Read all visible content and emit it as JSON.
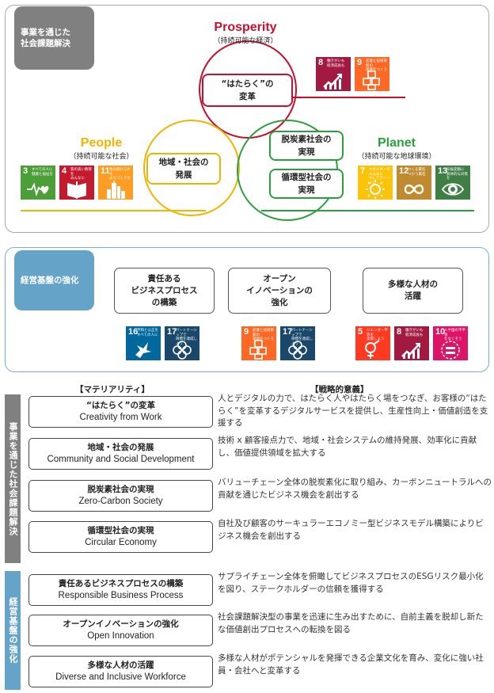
{
  "top": {
    "tag": "事業を通じた\n社会課題解決",
    "prosperity": {
      "title": "Prosperity",
      "subtitle": "（持続可能な経済）"
    },
    "people": {
      "title": "People",
      "subtitle": "（持続可能な社会）"
    },
    "planet": {
      "title": "Planet",
      "subtitle": "（持続可能な地球環境）"
    },
    "box_hataraku": "“はたらく”の\n変革",
    "box_chiiki": "地域・社会の\n発展",
    "box_datsutanso": "脱炭素社会の\n実現",
    "box_junkan": "循環型社会の\n実現",
    "sdgs_prosperity": [
      {
        "num": "8",
        "text": "働きがいも\n経済成長も",
        "color": "#a21942",
        "icon": "growth-chart-icon"
      },
      {
        "num": "9",
        "text": "産業と技術革新の\n基盤をつくろう",
        "color": "#fd6925",
        "icon": "cubes-icon"
      }
    ],
    "sdgs_people": [
      {
        "num": "3",
        "text": "すべての人に\n健康と福祉を",
        "color": "#4c9f38",
        "icon": "heartbeat-icon"
      },
      {
        "num": "4",
        "text": "質の高い教育を\nみんなに",
        "color": "#c5192d",
        "icon": "book-icon"
      },
      {
        "num": "11",
        "text": "住み続けられる\nまちづくりを",
        "color": "#fd9d24",
        "icon": "buildings-icon"
      }
    ],
    "sdgs_planet": [
      {
        "num": "7",
        "text": "エネルギーをみんなに\nそしてクリーンに",
        "color": "#fcc30b",
        "icon": "sun-icon"
      },
      {
        "num": "12",
        "text": "つくる責任\nつかう責任",
        "color": "#bf8b2e",
        "icon": "infinity-icon"
      },
      {
        "num": "13",
        "text": "気候変動に\n具体的な対策を",
        "color": "#3f7e44",
        "icon": "eye-globe-icon"
      }
    ]
  },
  "mid": {
    "tag": "経営基盤の強化",
    "pillars": [
      {
        "label": "責任ある\nビジネスプロセス\nの構築"
      },
      {
        "label": "オープン\nイノベーションの\n強化"
      },
      {
        "label": "多様な人材の\n活躍"
      }
    ],
    "sdgs_p1": [
      {
        "num": "16",
        "text": "平和と公正を\nすべての人に",
        "color": "#00689d",
        "icon": "dove-icon"
      },
      {
        "num": "17",
        "text": "パートナーシップで\n目標を達成しよう",
        "color": "#19486a",
        "icon": "flower-icon"
      }
    ],
    "sdgs_p2": [
      {
        "num": "9",
        "text": "産業と技術革新の\n基盤をつくろう",
        "color": "#fd6925",
        "icon": "cubes-icon"
      },
      {
        "num": "17",
        "text": "パートナーシップで\n目標を達成しよう",
        "color": "#19486a",
        "icon": "flower-icon"
      }
    ],
    "sdgs_p3": [
      {
        "num": "5",
        "text": "ジェンダー平等を\n実現しよう",
        "color": "#ff3a21",
        "icon": "gender-icon"
      },
      {
        "num": "8",
        "text": "働きがいも\n経済成長も",
        "color": "#a21942",
        "icon": "growth-chart-icon"
      },
      {
        "num": "10",
        "text": "人や国の不平等\nをなくそう",
        "color": "#dd1367",
        "icon": "equal-icon"
      }
    ]
  },
  "materiality": {
    "col1_header": "【マテリアリティ】",
    "col2_header": "【戦略的意義】",
    "group1_label": "事業を通じた社会課題解決",
    "group2_label": "経営基盤の強化",
    "items": [
      {
        "jp": "“はたらく”の変革",
        "en": "Creativity from Work",
        "desc": "人とデジタルの力で、はたらく人やはたらく場をつなぎ、お客様の“はたらく”を変革するデジタルサービスを提供し、生産性向上・価値創造を支援する"
      },
      {
        "jp": "地域・社会の発展",
        "en": "Community and Social Development",
        "desc": "技術 x 顧客接点力で、地域・社会システムの維持発展、効率化に貢献し、価値提供領域を拡大する"
      },
      {
        "jp": "脱炭素社会の実現",
        "en": "Zero-Carbon Society",
        "desc": "バリューチェーン全体の脱炭素化に取り組み、カーボンニュートラルへの貢献を通じたビジネス機会を創出する"
      },
      {
        "jp": "循環型社会の実現",
        "en": "Circular Economy",
        "desc": "自社及び顧客のサーキュラーエコノミー型ビジネスモデル構築によりビジネス機会を創出する"
      },
      {
        "jp": "責任あるビジネスプロセスの構築",
        "en": "Responsible Business Process",
        "desc": "サプライチェーン全体を俯瞰してビジネスプロセスのESGリスク最小化を図り、ステークホルダーの信頼を獲得する"
      },
      {
        "jp": "オープンイノベーションの強化",
        "en": "Open Innovation",
        "desc": "社会課題解決型の事業を迅速に生み出すために、自前主義を脱却し新たな価値創出プロセスへの転換を図る"
      },
      {
        "jp": "多様な人材の活躍",
        "en": "Diverse and Inclusive Workforce",
        "desc": "多様な人材がポテンシャルを発揮できる企業文化を育み、変化に強い社員・会社へと変革する"
      }
    ],
    "colors": {
      "group1": "#808080",
      "group2": "#66a3c9"
    }
  }
}
